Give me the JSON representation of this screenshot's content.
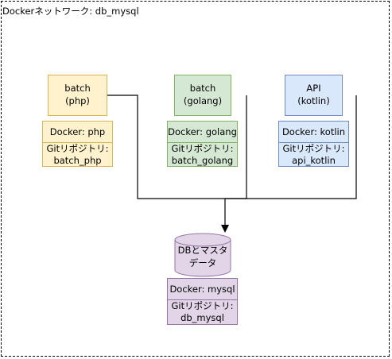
{
  "network": {
    "title": "Dockerネットワーク: db_mysql"
  },
  "services": [
    {
      "name_line1": "batch",
      "name_line2": "(php)",
      "docker": "Docker: php",
      "repo_label": "Gitリポジトリ:",
      "repo_name": "batch_php"
    },
    {
      "name_line1": "batch",
      "name_line2": "(golang)",
      "docker": "Docker: golang",
      "repo_label": "Gitリポジトリ:",
      "repo_name": "batch_golang"
    },
    {
      "name_line1": "API",
      "name_line2": "(kotlin)",
      "docker": "Docker: kotlin",
      "repo_label": "Gitリポジトリ:",
      "repo_name": "api_kotlin"
    }
  ],
  "database": {
    "label_line1": "DBとマスタ",
    "label_line2": "データ",
    "docker": "Docker: mysql",
    "repo_label": "Gitリポジトリ:",
    "repo_name": "db_mysql"
  },
  "colors": {
    "php_fill": "#fff2cc",
    "php_stroke": "#d6b656",
    "golang_fill": "#d5e8d4",
    "golang_stroke": "#82b366",
    "kotlin_fill": "#dae8fc",
    "kotlin_stroke": "#6c8ebf",
    "mysql_fill": "#e1d5e7",
    "mysql_stroke": "#9673a6"
  }
}
